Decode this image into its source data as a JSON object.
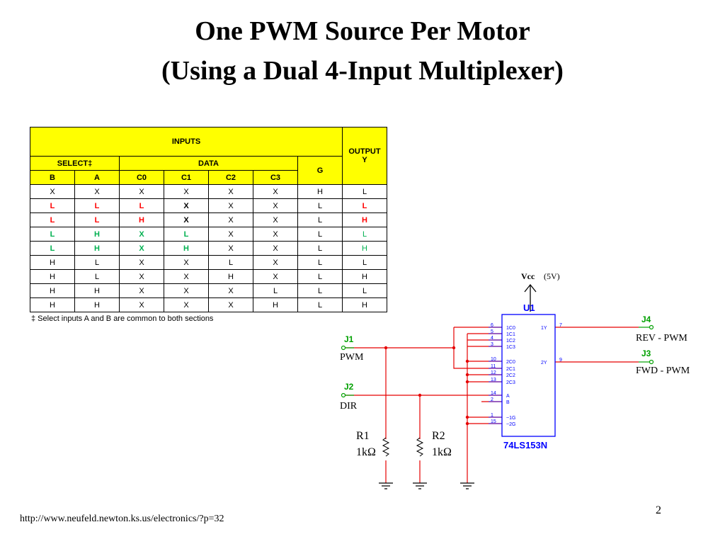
{
  "slide": {
    "title_line1": "One PWM Source Per Motor",
    "title_line2": "(Using a Dual 4-Input Multiplexer)",
    "footnote": "‡ Select inputs A and B are common to both sections",
    "url": "http://www.neufeld.newton.ks.us/electronics/?p=32",
    "page_number": "2"
  },
  "truth_table": {
    "inputs_label": "INPUTS",
    "output_label": "OUTPUT",
    "output_sub": "Y",
    "select_label": "SELECT‡",
    "data_label": "DATA",
    "g_label": "G",
    "columns": [
      "B",
      "A",
      "C0",
      "C1",
      "C2",
      "C3"
    ],
    "rows": [
      [
        "X",
        "X",
        "X",
        "X",
        "X",
        "X",
        "H",
        "L"
      ],
      [
        "L",
        "L",
        "L",
        "X",
        "X",
        "X",
        "L",
        "L"
      ],
      [
        "L",
        "L",
        "H",
        "X",
        "X",
        "X",
        "L",
        "H"
      ],
      [
        "L",
        "H",
        "X",
        "L",
        "X",
        "X",
        "L",
        "L"
      ],
      [
        "L",
        "H",
        "X",
        "H",
        "X",
        "X",
        "L",
        "H"
      ],
      [
        "H",
        "L",
        "X",
        "X",
        "L",
        "X",
        "L",
        "L"
      ],
      [
        "H",
        "L",
        "X",
        "X",
        "H",
        "X",
        "L",
        "H"
      ],
      [
        "H",
        "H",
        "X",
        "X",
        "X",
        "L",
        "L",
        "L"
      ],
      [
        "H",
        "H",
        "X",
        "X",
        "X",
        "H",
        "L",
        "H"
      ]
    ],
    "colors": {
      "header": "#ffff00",
      "red": "#ff0000",
      "green": "#00b050",
      "black": "#000000"
    }
  },
  "schematic": {
    "vcc_label": "Vcc",
    "vcc_value": "(5V)",
    "chip_ref": "U1",
    "chip_part": "74LS153N",
    "pins_left": [
      "1C0",
      "1C1",
      "1C2",
      "1C3",
      "2C0",
      "2C1",
      "2C2",
      "2C3",
      "A",
      "B",
      "~1G",
      "~2G"
    ],
    "pin_nums_left": [
      "6",
      "5",
      "4",
      "3",
      "10",
      "11",
      "12",
      "13",
      "14",
      "2",
      "1",
      "15"
    ],
    "pins_right": [
      "1Y",
      "2Y"
    ],
    "pin_nums_right": [
      "7",
      "9"
    ],
    "j1": {
      "ref": "J1",
      "label": "PWM"
    },
    "j2": {
      "ref": "J2",
      "label": "DIR"
    },
    "j3": {
      "ref": "J3",
      "label": "FWD - PWM"
    },
    "j4": {
      "ref": "J4",
      "label": "REV - PWM"
    },
    "r1": {
      "ref": "R1",
      "value": "1kΩ"
    },
    "r2": {
      "ref": "R2",
      "value": "1kΩ"
    },
    "colors": {
      "wire": "#e60000",
      "chip": "#0000ff",
      "connector": "#00a000"
    }
  }
}
